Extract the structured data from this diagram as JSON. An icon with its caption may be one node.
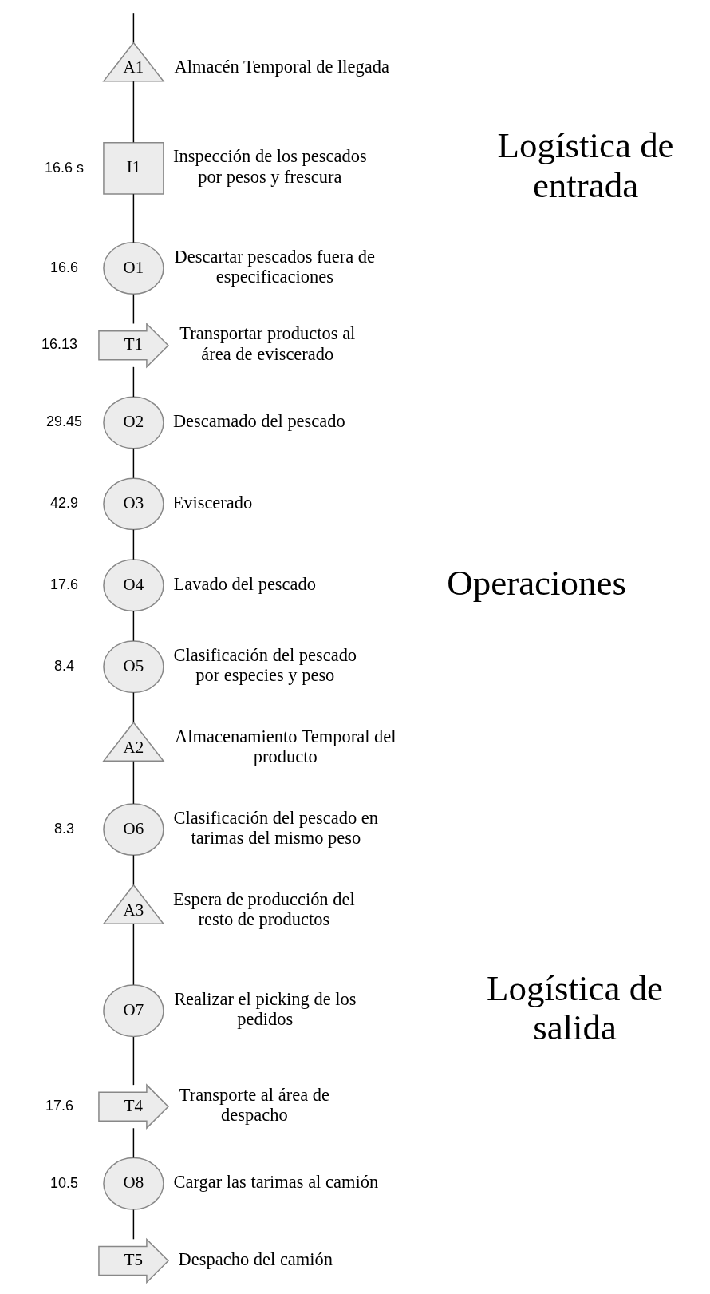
{
  "diagram": {
    "nodes": [
      {
        "text": [
          "A1"
        ],
        "beside": [
          "Almacén Temporal de llegada"
        ]
      },
      {
        "text": [
          "I1"
        ],
        "beside": [
          "16.6 s",
          "Inspección de los pescados por pesos y frescura"
        ]
      },
      {
        "text": [
          "O1"
        ],
        "beside": [
          "16.6",
          "Descartar pescados fuera de especificaciones"
        ]
      },
      {
        "text": [
          "T1"
        ],
        "beside": [
          "16.13",
          "Transportar productos al área de eviscerado"
        ]
      },
      {
        "text": [
          "O2"
        ],
        "beside": [
          "29.45",
          "Descamado del pescado"
        ]
      },
      {
        "text": [
          "O3"
        ],
        "beside": [
          "42.9",
          "Eviscerado"
        ]
      },
      {
        "text": [
          "O4"
        ],
        "beside": [
          "17.6",
          "Lavado del pescado"
        ]
      },
      {
        "text": [
          "O5"
        ],
        "beside": [
          "8.4",
          "Clasificación del pescado por especies y peso"
        ]
      },
      {
        "text": [
          "A2"
        ],
        "beside": [
          "Almacenamiento Temporal del producto"
        ]
      },
      {
        "text": [
          "O6"
        ],
        "beside": [
          "8.3",
          "Clasificación del pescado en tarimas del mismo peso"
        ]
      },
      {
        "text": [
          "A3"
        ],
        "beside": [
          "Espera de producción del resto de productos"
        ]
      },
      {
        "text": [
          "O7"
        ],
        "beside": [
          "Realizar el picking de los pedidos"
        ]
      },
      {
        "text": [
          "T4"
        ],
        "beside": [
          "17.6",
          "Transporte al área de despacho"
        ]
      },
      {
        "text": [
          "O8"
        ],
        "beside": [
          "10.5",
          "Cargar las tarimas al camión"
        ]
      },
      {
        "text": [
          "T5"
        ],
        "beside": [
          "Despacho del camión"
        ]
      }
    ],
    "edges": [
      {
        "from": null,
        "to": 0,
        "arrow": "none"
      },
      {
        "from": 0,
        "to": 1,
        "arrow": "none"
      },
      {
        "from": 1,
        "to": 2,
        "arrow": "none"
      },
      {
        "from": 2,
        "to": 3,
        "arrow": "none"
      },
      {
        "from": 3,
        "to": 4,
        "arrow": "none"
      },
      {
        "from": 4,
        "to": 5,
        "arrow": "none"
      },
      {
        "from": 5,
        "to": 6,
        "arrow": "none"
      },
      {
        "from": 6,
        "to": 7,
        "arrow": "none"
      },
      {
        "from": 7,
        "to": 8,
        "arrow": "none"
      },
      {
        "from": 8,
        "to": 9,
        "arrow": "none"
      },
      {
        "from": 9,
        "to": 10,
        "arrow": "none"
      },
      {
        "from": 10,
        "to": 11,
        "arrow": "none"
      },
      {
        "from": 11,
        "to": 12,
        "arrow": "none"
      },
      {
        "from": 12,
        "to": 13,
        "arrow": "none"
      },
      {
        "from": 13,
        "to": 14,
        "arrow": "none"
      }
    ],
    "labels": [
      "Logística de entrada",
      "Operaciones",
      "Logística de salida"
    ]
  }
}
